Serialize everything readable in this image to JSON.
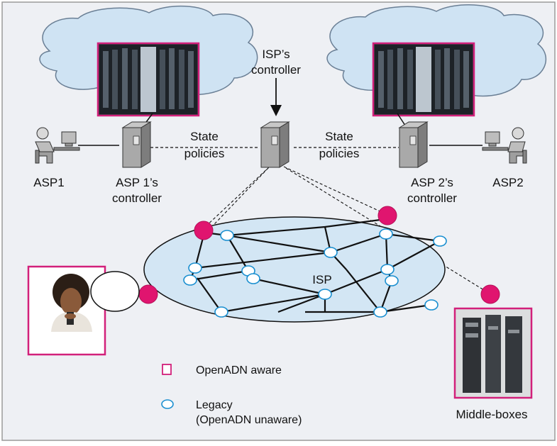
{
  "labels": {
    "isp_controller_line1": "ISP’s",
    "isp_controller_line2": "controller",
    "state_left_line1": "State",
    "state_left_line2": "policies",
    "state_right_line1": "State",
    "state_right_line2": "policies",
    "asp1": "ASP1",
    "asp2": "ASP2",
    "asp1_controller_line1": "ASP 1’s",
    "asp1_controller_line2": "controller",
    "asp2_controller_line1": "ASP 2’s",
    "asp2_controller_line2": "controller",
    "isp": "ISP",
    "middle_boxes": "Middle-boxes"
  },
  "legend": {
    "aware": "OpenADN aware",
    "legacy_line1": "Legacy",
    "legacy_line2": "(OpenADN unaware)"
  },
  "colors": {
    "background": "#eef0f4",
    "cloud": "#cfe3f3",
    "isp_ellipse": "#d3e6f4",
    "aware_magenta": "#e0156f",
    "legacy_stroke": "#1a8fd0"
  }
}
